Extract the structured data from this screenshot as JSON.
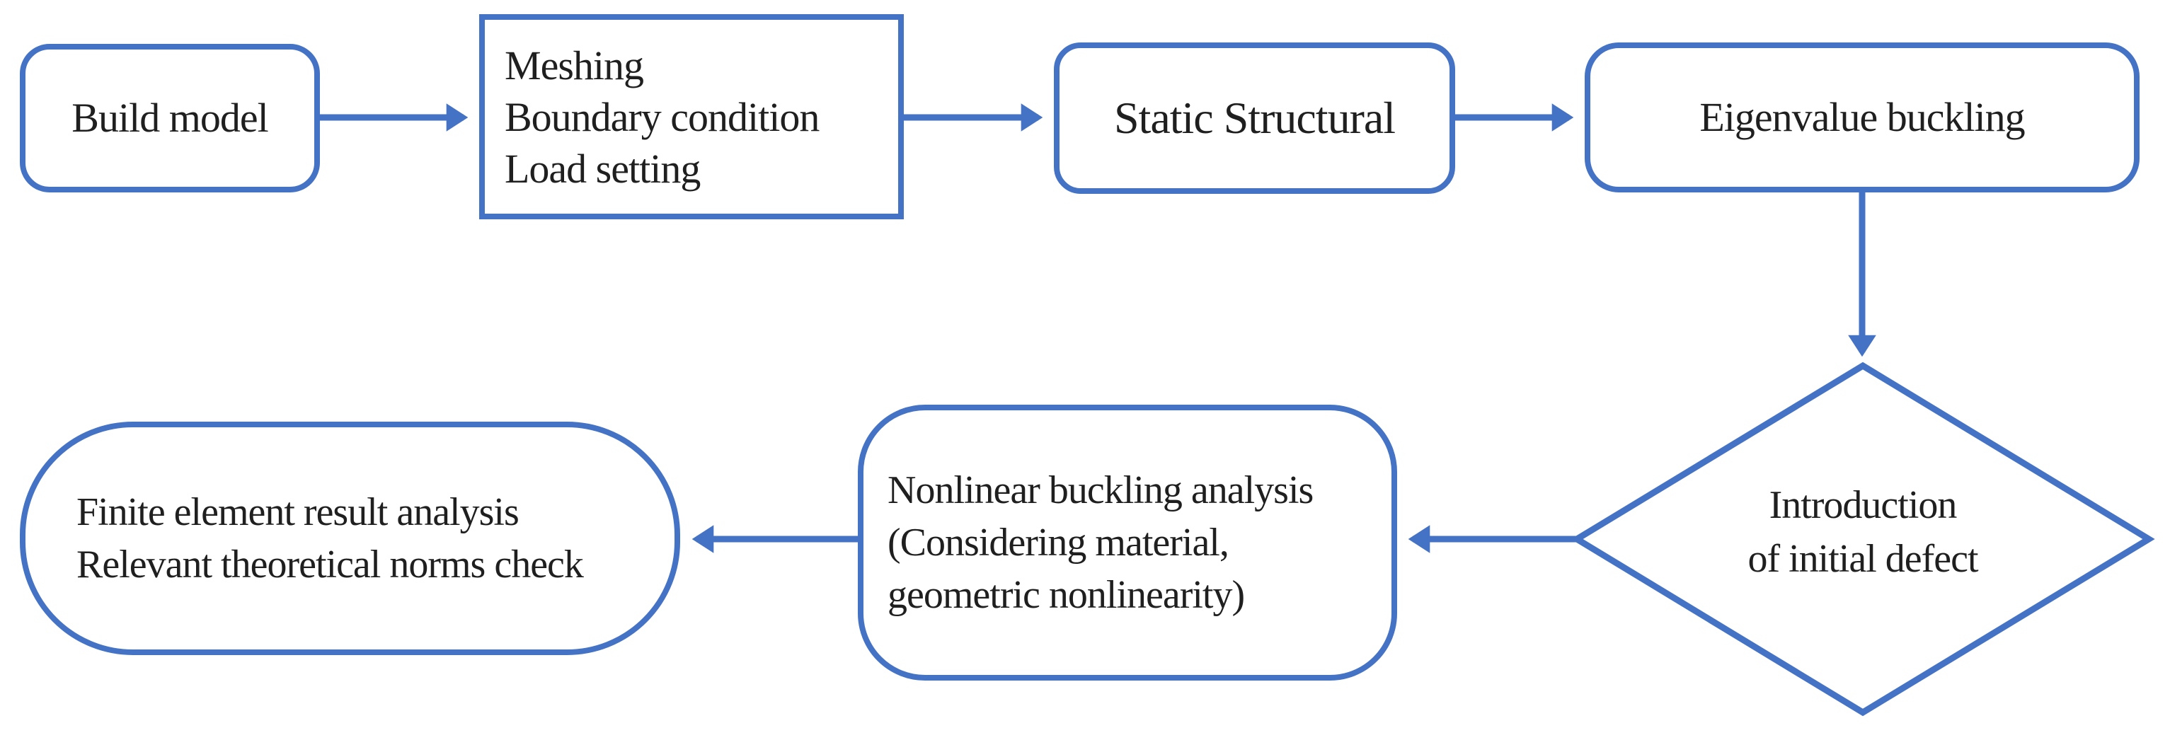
{
  "diagram_type": "flowchart",
  "colors": {
    "accent": "#4472C4",
    "shape_fill": "#ffffff",
    "text": "#1f1f1f",
    "background": "#ffffff"
  },
  "nodes": {
    "build_model": {
      "shape": "rounded-rectangle",
      "label": "Build model"
    },
    "preprocess": {
      "shape": "rectangle",
      "lines": [
        "Meshing",
        "Boundary condition",
        "Load setting"
      ]
    },
    "static_structural": {
      "shape": "rounded-rectangle",
      "label": "Static Structural"
    },
    "eigenvalue_buckling": {
      "shape": "rounded-rectangle",
      "label": "Eigenvalue buckling"
    },
    "initial_defect": {
      "shape": "diamond",
      "lines": [
        "Introduction",
        "of initial defect"
      ]
    },
    "nonlinear_buckling": {
      "shape": "rounded-rectangle",
      "lines": [
        "Nonlinear buckling analysis",
        "(Considering material,",
        "geometric nonlinearity)"
      ]
    },
    "result_analysis": {
      "shape": "stadium",
      "lines": [
        "Finite element result analysis",
        "Relevant theoretical norms check"
      ]
    }
  },
  "connections": [
    {
      "from": "build_model",
      "to": "preprocess",
      "direction": "right"
    },
    {
      "from": "preprocess",
      "to": "static_structural",
      "direction": "right"
    },
    {
      "from": "static_structural",
      "to": "eigenvalue_buckling",
      "direction": "right"
    },
    {
      "from": "eigenvalue_buckling",
      "to": "initial_defect",
      "direction": "down"
    },
    {
      "from": "initial_defect",
      "to": "nonlinear_buckling",
      "direction": "left"
    },
    {
      "from": "nonlinear_buckling",
      "to": "result_analysis",
      "direction": "left"
    }
  ]
}
